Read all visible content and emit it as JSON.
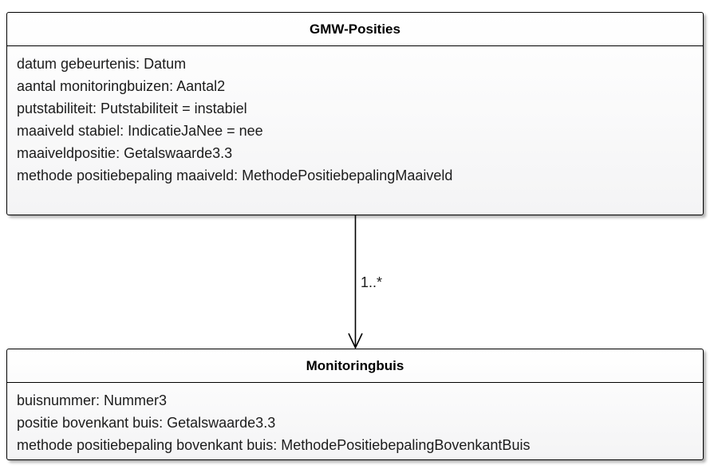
{
  "diagram": {
    "type": "uml-class-diagram",
    "classes": [
      {
        "name": "GMW-Posities",
        "attributes": [
          "datum gebeurtenis: Datum",
          "aantal monitoringbuizen: Aantal2",
          "putstabiliteit: Putstabiliteit = instabiel",
          "maaiveld stabiel: IndicatieJaNee = nee",
          "maaiveldpositie: Getalswaarde3.3",
          "methode positiebepaling maaiveld: MethodePositiebepalingMaaiveld"
        ]
      },
      {
        "name": "Monitoringbuis",
        "attributes": [
          "buisnummer: Nummer3",
          "positie bovenkant buis: Getalswaarde3.3",
          "methode positiebepaling bovenkant buis: MethodePositiebepalingBovenkantBuis"
        ]
      }
    ],
    "relation": {
      "from": "GMW-Posities",
      "to": "Monitoringbuis",
      "direction": "down",
      "arrowhead": "open",
      "multiplicity": "1..*"
    },
    "colors": {
      "box_fill_top": "#ffffff",
      "box_fill_bottom": "#f4f4f5",
      "box_border": "#000000",
      "shadow": "#b5b5b5",
      "text": "#1c1c1c",
      "background": "#ffffff"
    }
  }
}
